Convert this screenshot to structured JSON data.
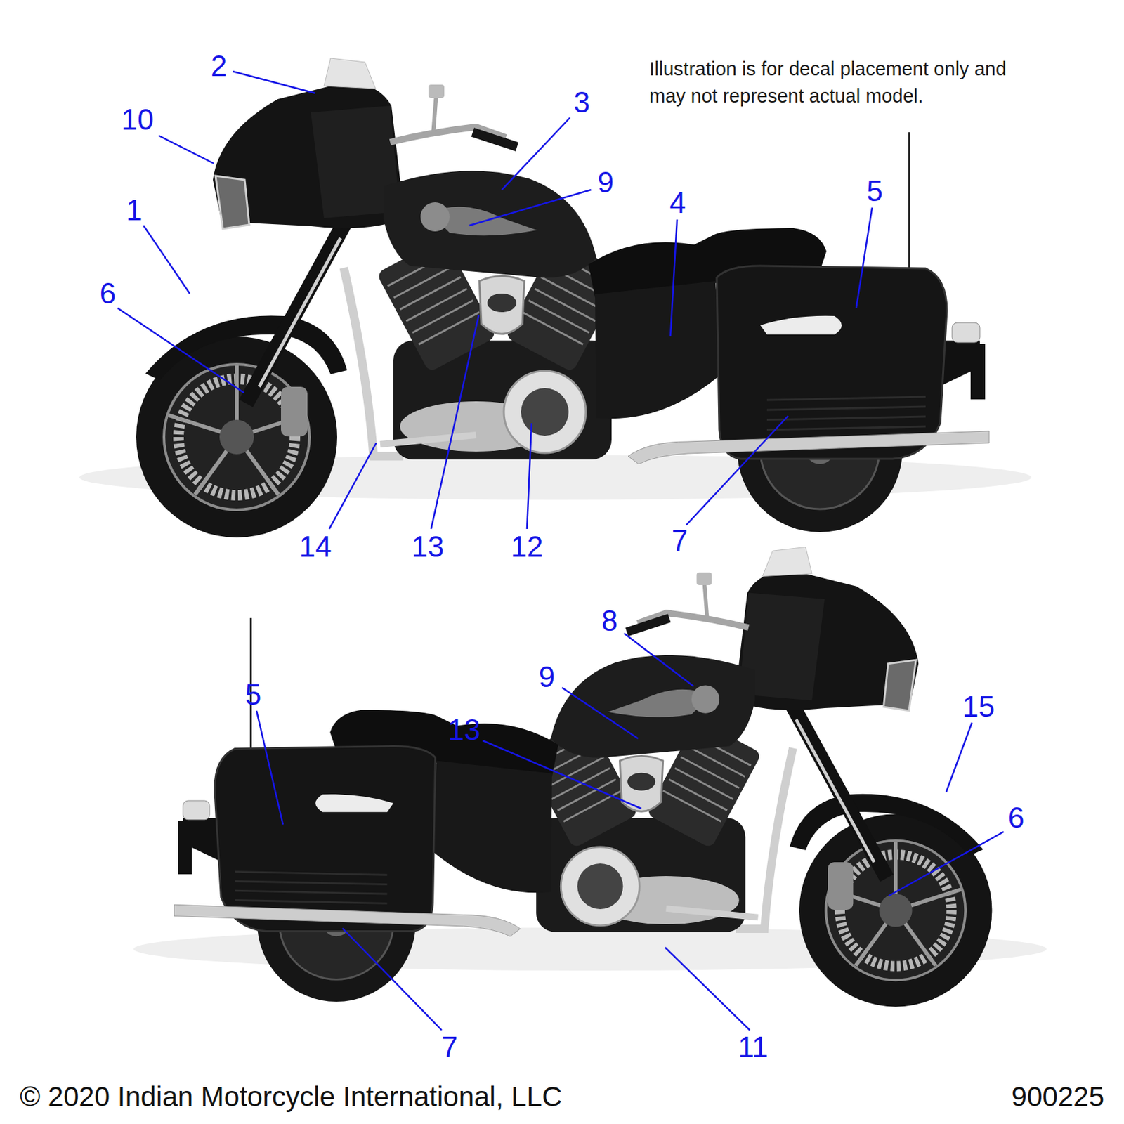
{
  "diagram": {
    "labels": [
      "2",
      "10",
      "3",
      "9",
      "1",
      "4",
      "5",
      "6",
      "14",
      "13",
      "12",
      "7",
      "Illustration is for decal placement only and may not represent actual model.",
      "8",
      "9",
      "13",
      "5",
      "15",
      "6",
      "7",
      "11",
      "© 2020 Indian Motorcycle International, LLC",
      "900225"
    ]
  }
}
